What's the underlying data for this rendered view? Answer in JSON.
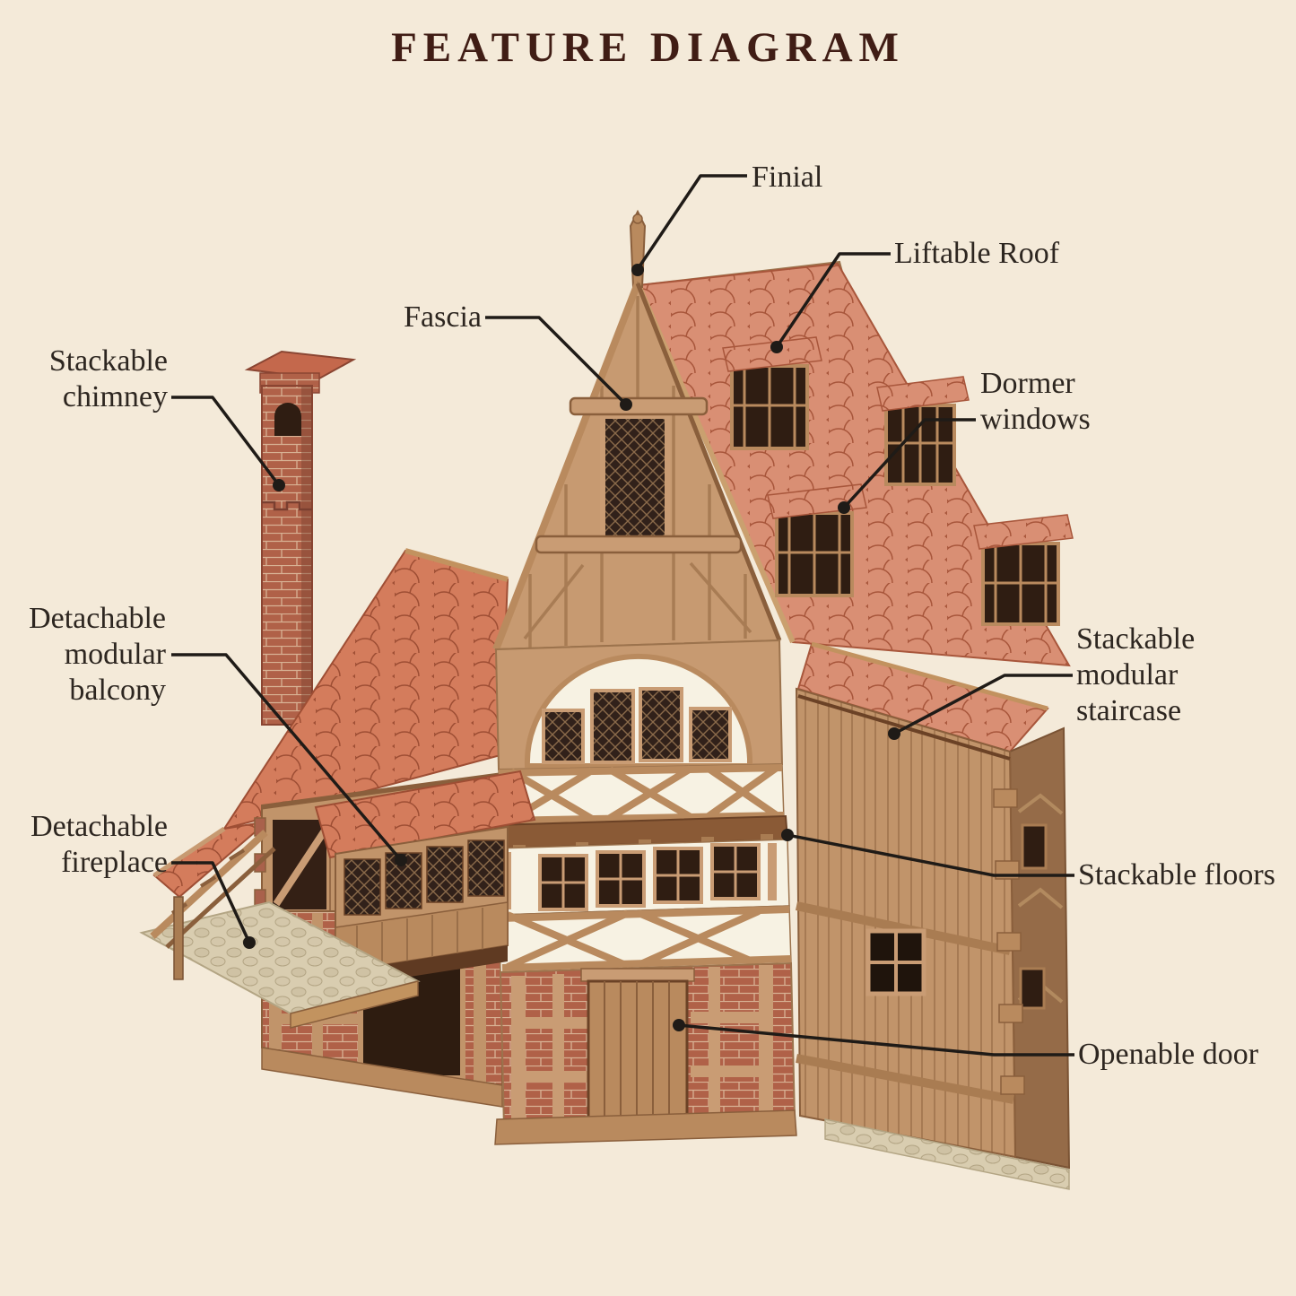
{
  "title": "FEATURE DIAGRAM",
  "labels": {
    "finial": {
      "text": "Finial"
    },
    "liftable_roof": {
      "text": "Liftable Roof"
    },
    "fascia": {
      "text": "Fascia"
    },
    "stackable_chimney": {
      "text": "Stackable\nchimney"
    },
    "dormer_windows": {
      "text": "Dormer\nwindows"
    },
    "stackable_staircase": {
      "text": "Stackable\nmodular\nstaircase"
    },
    "detachable_balcony": {
      "text": "Detachable\nmodular\nbalcony"
    },
    "detachable_fireplace": {
      "text": "Detachable\nfireplace"
    },
    "stackable_floors": {
      "text": "Stackable floors"
    },
    "openable_door": {
      "text": "Openable door"
    }
  },
  "colors": {
    "background": "#f4ead9",
    "title_text": "#401d15",
    "label_text": "#2d2620",
    "leader_line": "#1f1b17",
    "roof_shingle": "#d98f74",
    "roof_shingle_left": "#d47c5c",
    "wood_tan": "#c79a71",
    "brick": "#b06148",
    "plaster": "#f7f2e3",
    "cobblestone": "#d9cdb0"
  }
}
